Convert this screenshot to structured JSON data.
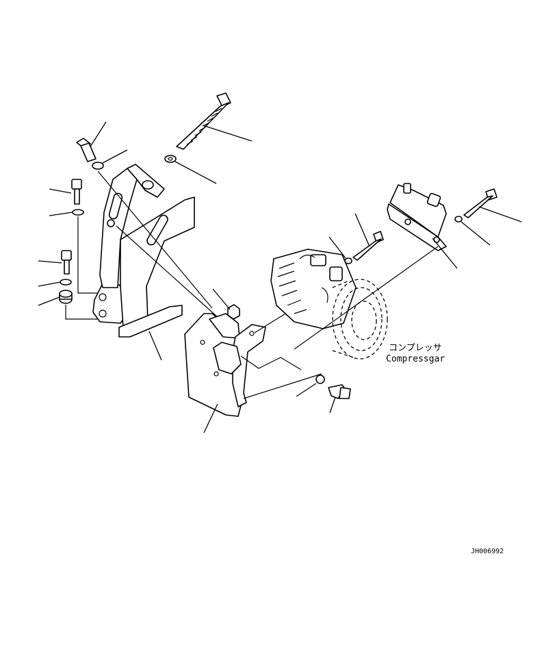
{
  "diagram": {
    "callout_jp": "コンプレッサ",
    "callout_en": "Compressgar",
    "drawing_id": "JH006992"
  }
}
